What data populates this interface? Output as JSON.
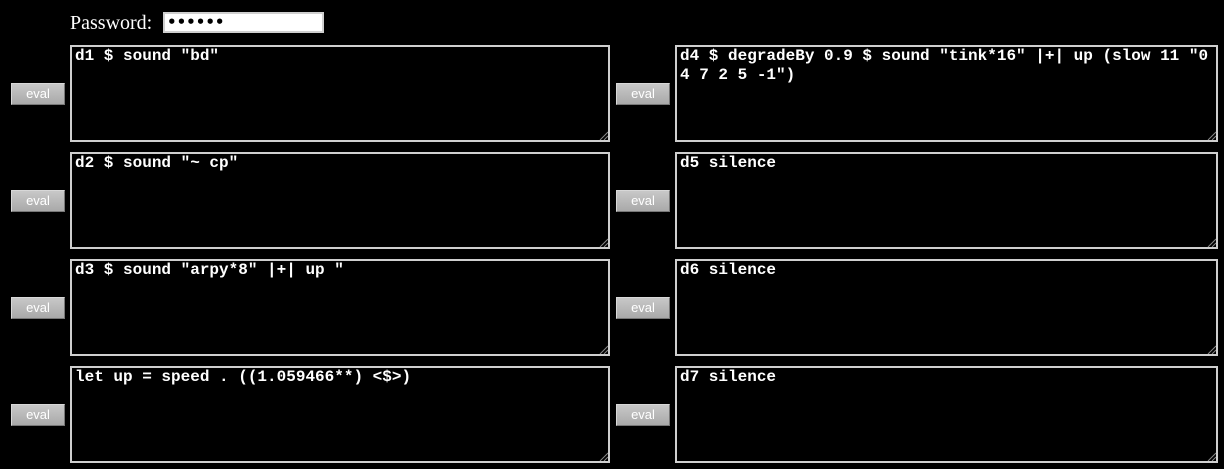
{
  "password": {
    "label": "Password:",
    "value": "••••••"
  },
  "cells": [
    {
      "button_label": "eval",
      "code": "d1 $ sound \"bd\""
    },
    {
      "button_label": "eval",
      "code": "d2 $ sound \"~ cp\""
    },
    {
      "button_label": "eval",
      "code": "d3 $ sound \"arpy*8\" |+| up \""
    },
    {
      "button_label": "eval",
      "code": "let up = speed . ((1.059466**) <$>)"
    },
    {
      "button_label": "eval",
      "code": "d4 $ degradeBy 0.9 $ sound \"tink*16\" |+| up (slow 11 \"0 4 7 2 5 -1\")"
    },
    {
      "button_label": "eval",
      "code": "d5 silence"
    },
    {
      "button_label": "eval",
      "code": "d6 silence"
    },
    {
      "button_label": "eval",
      "code": "d7 silence"
    }
  ]
}
